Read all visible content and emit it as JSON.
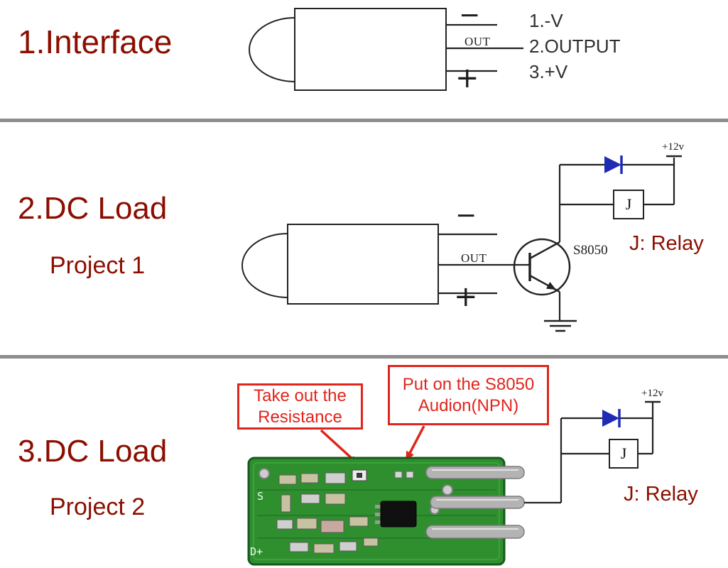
{
  "colors": {
    "title_red": "#8b0e00",
    "wire": "#222222",
    "diode_blue": "#1f2bb5",
    "annotation_red": "#e0251c",
    "pcb_green": "#2f8f2f"
  },
  "section1": {
    "title": "1.Interface",
    "minus": "−",
    "out": "OUT",
    "plus": "+",
    "legend": [
      "1.-V",
      "2.OUTPUT",
      "3.+V"
    ]
  },
  "section2": {
    "title": "2.DC Load",
    "subtitle": "Project 1",
    "minus": "−",
    "out": "OUT",
    "plus": "+",
    "transistor": "S8050",
    "supply": "+12v",
    "relay_box": "J",
    "relay_label": "J: Relay"
  },
  "section3": {
    "title": "3.DC Load",
    "subtitle": "Project 2",
    "annotation_resistance": "Take out the Resistance",
    "annotation_s8050": "Put on the S8050 Audion(NPN)",
    "supply": "+12v",
    "relay_box": "J",
    "relay_label": "J: Relay",
    "silkscreen_s": "S",
    "silkscreen_d": "D+"
  }
}
